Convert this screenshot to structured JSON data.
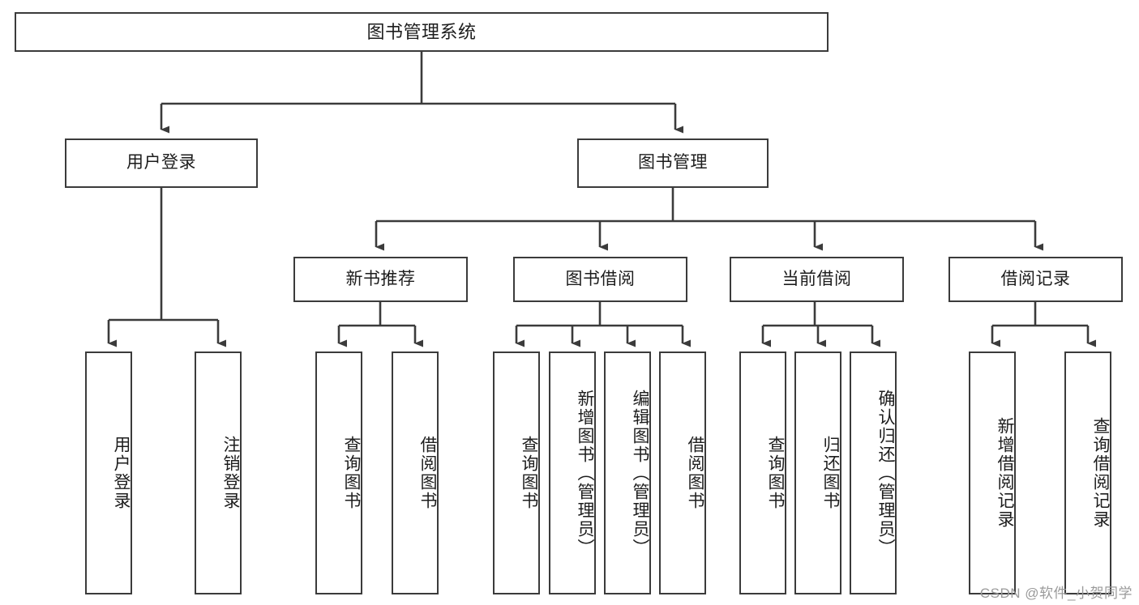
{
  "diagram": {
    "type": "tree-hierarchy",
    "title": "图书管理系统",
    "watermark": "CSDN @软件_小贺同学",
    "colors": {
      "box_border": "#3b3b3b",
      "box_fill": "#ffffff",
      "connector": "#3b3b3b",
      "text": "#1d1d1d",
      "watermark": "#9a9a9a"
    },
    "levels": {
      "root": "图书管理系统",
      "level2": [
        "用户登录",
        "图书管理"
      ],
      "level3": [
        "新书推荐",
        "图书借阅",
        "当前借阅",
        "借阅记录"
      ]
    },
    "nodes": {
      "root": {
        "label": "图书管理系统",
        "level": 1
      },
      "user_login": {
        "label": "用户登录",
        "level": 2
      },
      "book_manage": {
        "label": "图书管理",
        "level": 2
      },
      "new_book_rec": {
        "label": "新书推荐",
        "level": 3
      },
      "book_borrow": {
        "label": "图书借阅",
        "level": 3
      },
      "current_borrow": {
        "label": "当前借阅",
        "level": 3
      },
      "borrow_record": {
        "label": "借阅记录",
        "level": 3
      },
      "leaf_user_login": {
        "label": "用户登录",
        "level": 4,
        "parent": "用户登录"
      },
      "leaf_logout": {
        "label": "注销登录",
        "level": 4,
        "parent": "用户登录"
      },
      "leaf_query_book_1": {
        "label": "查询图书",
        "level": 4,
        "parent": "新书推荐"
      },
      "leaf_borrow_book_1": {
        "label": "借阅图书",
        "level": 4,
        "parent": "新书推荐"
      },
      "leaf_query_book_2": {
        "label": "查询图书",
        "level": 4,
        "parent": "图书借阅"
      },
      "leaf_add_book": {
        "label": "新增图书（管理员）",
        "level": 4,
        "parent": "图书借阅"
      },
      "leaf_edit_book": {
        "label": "编辑图书（管理员）",
        "level": 4,
        "parent": "图书借阅"
      },
      "leaf_borrow_book_2": {
        "label": "借阅图书",
        "level": 4,
        "parent": "图书借阅"
      },
      "leaf_query_book_3": {
        "label": "查询图书",
        "level": 4,
        "parent": "当前借阅"
      },
      "leaf_return_book": {
        "label": "归还图书",
        "level": 4,
        "parent": "当前借阅"
      },
      "leaf_confirm_return": {
        "label": "确认归还（管理员）",
        "level": 4,
        "parent": "当前借阅"
      },
      "leaf_add_record": {
        "label": "新增借阅记录",
        "level": 4,
        "parent": "借阅记录"
      },
      "leaf_query_record": {
        "label": "查询借阅记录",
        "level": 4,
        "parent": "借阅记录"
      }
    },
    "edges": [
      {
        "from": "图书管理系统",
        "to": "用户登录"
      },
      {
        "from": "图书管理系统",
        "to": "图书管理"
      },
      {
        "from": "用户登录",
        "to": "用户登录"
      },
      {
        "from": "用户登录",
        "to": "注销登录"
      },
      {
        "from": "图书管理",
        "to": "新书推荐"
      },
      {
        "from": "图书管理",
        "to": "图书借阅"
      },
      {
        "from": "图书管理",
        "to": "当前借阅"
      },
      {
        "from": "图书管理",
        "to": "借阅记录"
      },
      {
        "from": "新书推荐",
        "to": "查询图书"
      },
      {
        "from": "新书推荐",
        "to": "借阅图书"
      },
      {
        "from": "图书借阅",
        "to": "查询图书"
      },
      {
        "from": "图书借阅",
        "to": "新增图书（管理员）"
      },
      {
        "from": "图书借阅",
        "to": "编辑图书（管理员）"
      },
      {
        "from": "图书借阅",
        "to": "借阅图书"
      },
      {
        "from": "当前借阅",
        "to": "查询图书"
      },
      {
        "from": "当前借阅",
        "to": "归还图书"
      },
      {
        "from": "当前借阅",
        "to": "确认归还（管理员）"
      },
      {
        "from": "借阅记录",
        "to": "新增借阅记录"
      },
      {
        "from": "借阅记录",
        "to": "查询借阅记录"
      }
    ]
  }
}
